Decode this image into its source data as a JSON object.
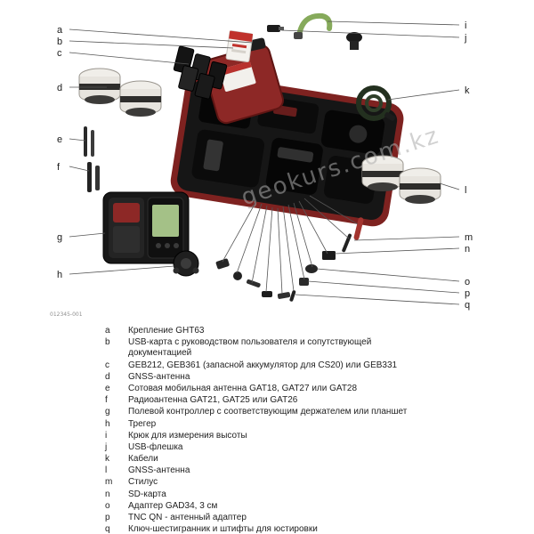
{
  "watermark": "geokurs.com.kz",
  "figure_code": "012345-001",
  "legend": {
    "items": [
      {
        "letter": "a",
        "text": "Крепление GHT63"
      },
      {
        "letter": "b",
        "text": "USB-карта с руководством пользователя и сопутствующей документацией"
      },
      {
        "letter": "c",
        "text": "GEB212, GEB361 (запасной аккумулятор для CS20) или GEB331"
      },
      {
        "letter": "d",
        "text": "GNSS-антенна"
      },
      {
        "letter": "e",
        "text": "Сотовая мобильная антенна GAT18, GAT27 или GAT28"
      },
      {
        "letter": "f",
        "text": "Радиоантенна GAT21, GAT25 или GAT26"
      },
      {
        "letter": "g",
        "text": "Полевой контроллер с соответствующим держателем или планшет"
      },
      {
        "letter": "h",
        "text": "Трегер"
      },
      {
        "letter": "i",
        "text": "Крюк для измерения высоты"
      },
      {
        "letter": "j",
        "text": "USB-флешка"
      },
      {
        "letter": "k",
        "text": "Кабели"
      },
      {
        "letter": "l",
        "text": "GNSS-антенна"
      },
      {
        "letter": "m",
        "text": "Стилус"
      },
      {
        "letter": "n",
        "text": "SD-карта"
      },
      {
        "letter": "o",
        "text": "Адаптер GAD34, 3 см"
      },
      {
        "letter": "p",
        "text": "TNC QN - антенный адаптер"
      },
      {
        "letter": "q",
        "text": "Ключ-шестигранник и штифты для юстировки"
      }
    ]
  }
}
